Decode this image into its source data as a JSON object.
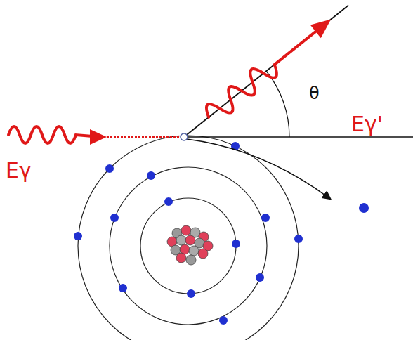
{
  "diagram": {
    "labels": [
      "Eγ",
      "Eγ'",
      "θ"
    ]
  }
}
